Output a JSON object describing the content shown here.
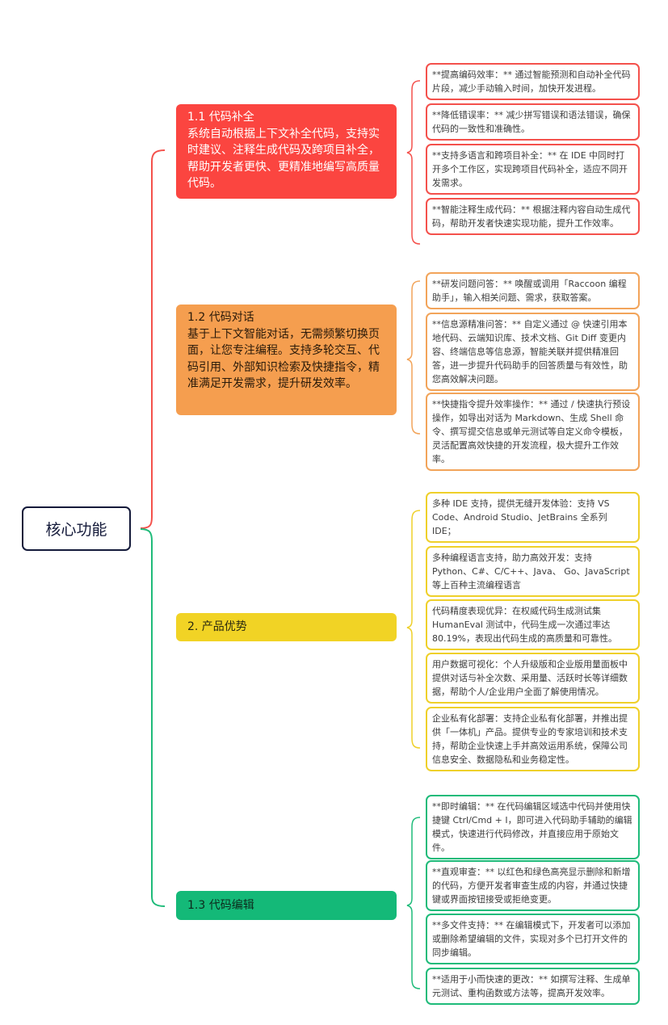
{
  "root": {
    "label": "核心功能"
  },
  "branches": [
    {
      "id": "code-completion",
      "title": "1.1 代码补全",
      "description": "系统自动根据上下文补全代码，支持实时建议、注释生成代码及跨项目补全，帮助开发者更快、更精准地编写高质量代码。",
      "color": "#fb4540",
      "leaves": [
        "**提高编码效率：** 通过智能预测和自动补全代码片段，减少手动输入时间，加快开发进程。",
        "**降低错误率：** 减少拼写错误和语法错误，确保代码的一致性和准确性。",
        "**支持多语言和跨项目补全：** 在 IDE 中同时打开多个工作区，实现跨项目代码补全，适应不同开发需求。",
        "**智能注释生成代码：** 根据注释内容自动生成代码，帮助开发者快速实现功能，提升工作效率。"
      ]
    },
    {
      "id": "code-chat",
      "title": "1.2 代码对话",
      "description": "基于上下文智能对话，无需频繁切换页面，让您专注编程。支持多轮交互、代码引用、外部知识检索及快捷指令，精准满足开发需求，提升研发效率。",
      "color": "#f59e4f",
      "leaves": [
        "**研发问题问答：** 唤醒或调用「Raccoon 编程助手」，输入相关问题、需求，获取答案。",
        "**信息源精准问答：** 自定义通过 @ 快速引用本地代码、云端知识库、技术文档、Git Diff 变更内容、终端信息等信息源，智能关联并提供精准回答，进一步提升代码助手的回答质量与有效性，助您高效解决问题。",
        "**快捷指令提升效率操作：** 通过 / 快速执行预设操作，如导出对话为 Markdown、生成 Shell 命令、撰写提交信息或单元测试等自定义命令模板，灵活配置高效快捷的开发流程，极大提升工作效率。"
      ]
    },
    {
      "id": "product-advantages",
      "title": "2. 产品优势",
      "description": "",
      "color": "#f1d325",
      "leaves": [
        "多种 IDE 支持，提供无缝开发体验：支持 VS Code、Android Studio、JetBrains 全系列 IDE；",
        "多种编程语言支持，助力高效开发：支持 Python、C#、C/C++、Java、 Go、JavaScript 等上百种主流编程语言",
        "代码精度表现优异：在权威代码生成测试集 HumanEval 测试中，代码生成一次通过率达 80.19%，表现出代码生成的高质量和可靠性。",
        "用户数据可视化：个人升级版和企业版用量面板中提供对话与补全次数、采用量、活跃时长等详细数据，帮助个人/企业用户全面了解使用情况。",
        "企业私有化部署：支持企业私有化部署，并推出提供「一体机」产品。提供专业的专家培训和技术支持，帮助企业快速上手并高效运用系统，保障公司信息安全、数据隐私和业务稳定性。"
      ]
    },
    {
      "id": "code-editing",
      "title": "1.3 代码编辑",
      "description": "",
      "color": "#14b978",
      "leaves": [
        "**即时编辑：** 在代码编辑区域选中代码并使用快捷键 Ctrl/Cmd + I，即可进入代码助手辅助的编辑模式，快速进行代码修改，并直接应用于原始文件。",
        "**直观审查：** 以红色和绿色高亮显示删除和新增的代码，方便开发者审查生成的内容，并通过快捷键或界面按钮接受或拒绝变更。",
        "**多文件支持：** 在编辑模式下，开发者可以添加或删除希望编辑的文件，实现对多个已打开文件的同步编辑。",
        "**适用于小而快速的更改：** 如撰写注释、生成单元测试、重构函数或方法等，提高开发效率。"
      ]
    }
  ]
}
